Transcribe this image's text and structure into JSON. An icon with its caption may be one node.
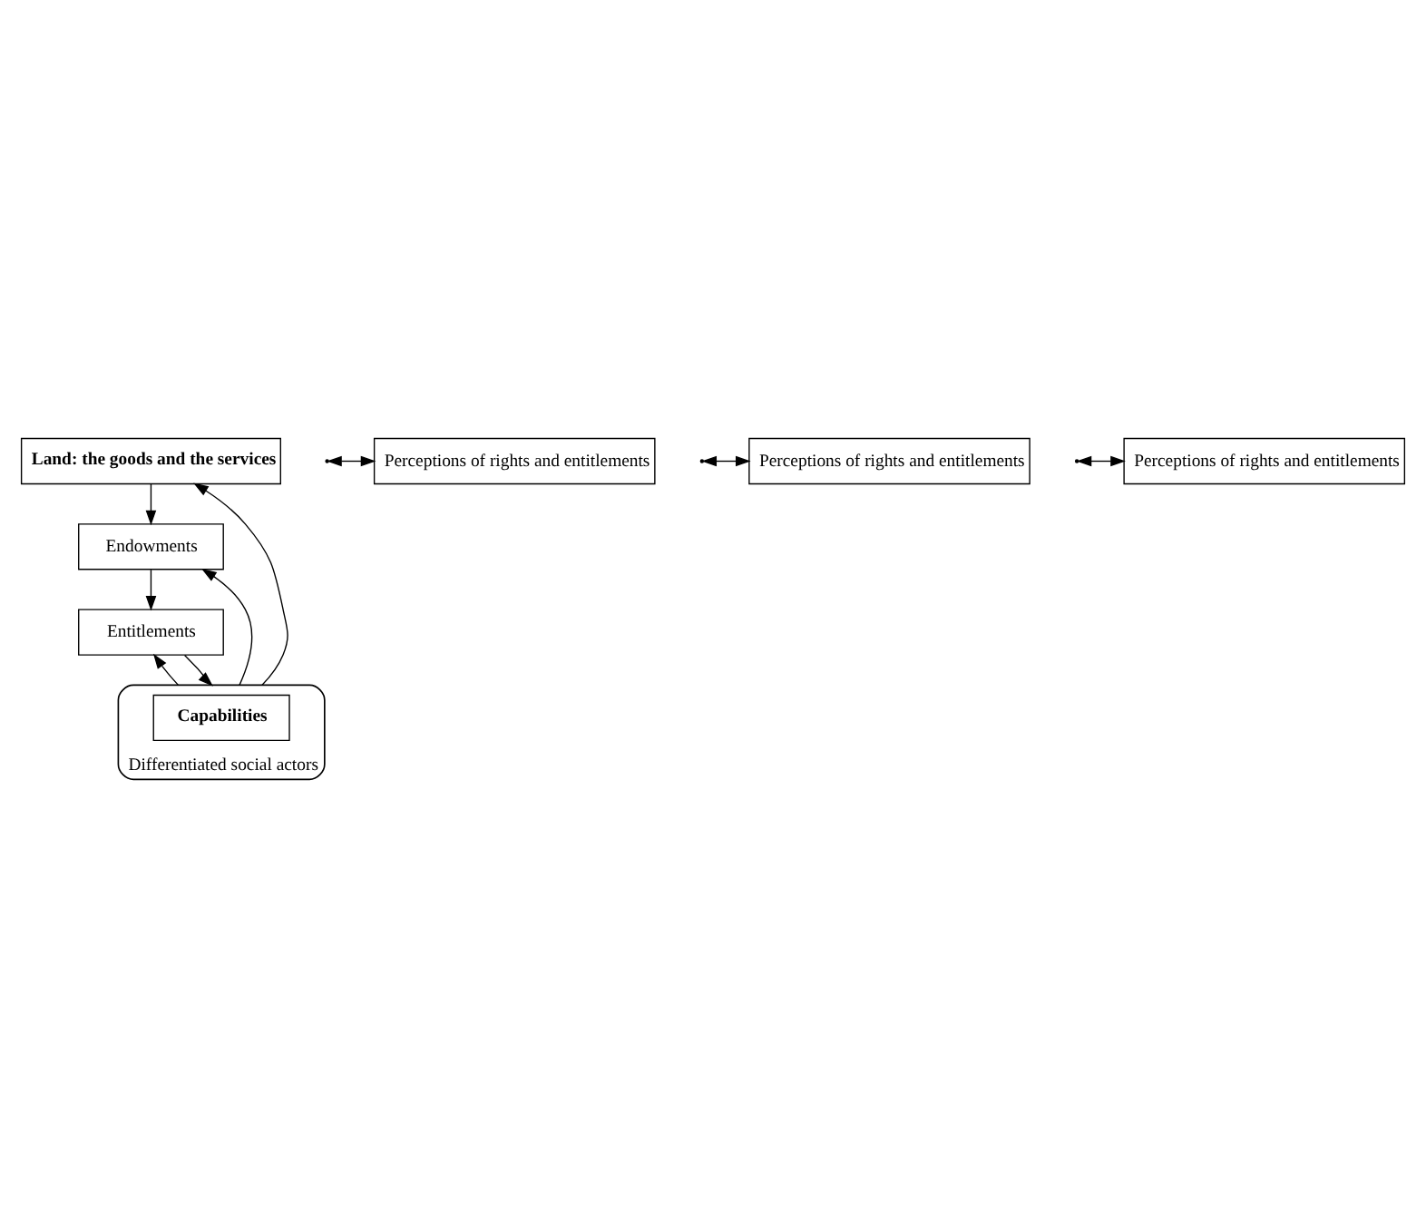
{
  "diagram": {
    "nodes": [
      {
        "text": [
          "Land: the goods and the services"
        ]
      },
      {
        "text": [
          "Perceptions of rights and entitlements"
        ]
      },
      {
        "text": [
          "Endowments"
        ]
      },
      {
        "text": [
          "Perceptions of rights and entitlements"
        ]
      },
      {
        "text": [
          "Entitlements"
        ]
      },
      {
        "text": [
          "Perceptions of rights and entitlements"
        ]
      },
      {
        "text": [
          "Differentiated social actors"
        ]
      },
      {
        "text": [
          "Capabilities"
        ],
        "in": 6
      }
    ],
    "edges": [
      {
        "from": 0,
        "to": 2,
        "arrow": "to"
      },
      {
        "from": null,
        "to": 1,
        "arrow": "both"
      },
      {
        "from": 2,
        "to": 4,
        "arrow": "to"
      },
      {
        "from": null,
        "to": 3,
        "arrow": "both"
      },
      {
        "from": 4,
        "to": 6,
        "arrow": "to"
      },
      {
        "from": null,
        "to": 5,
        "arrow": "both"
      },
      {
        "from": 6,
        "to": 0,
        "arrow": "to"
      },
      {
        "from": 6,
        "to": 2,
        "arrow": "to"
      },
      {
        "from": 6,
        "to": 4,
        "arrow": "to"
      }
    ]
  }
}
